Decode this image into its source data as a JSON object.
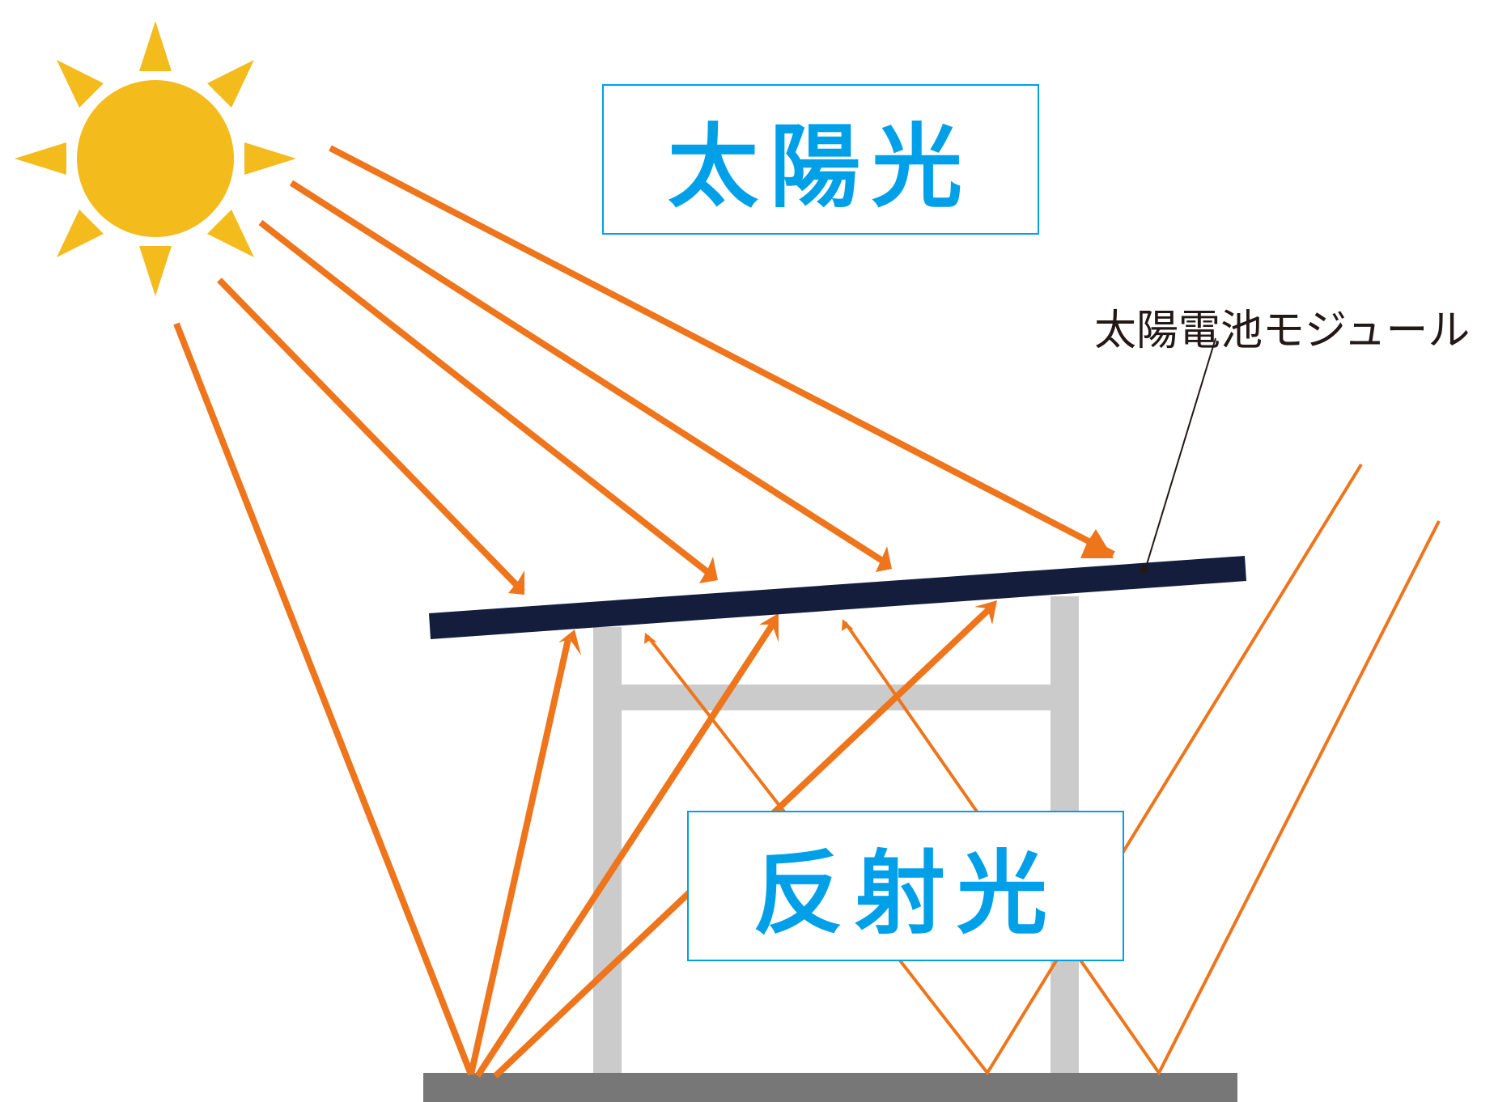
{
  "labels": {
    "sunlight": "太陽光",
    "reflected_light": "反射光",
    "solar_module": "太陽電池モジュール"
  },
  "colors": {
    "sun": "#f3bb1c",
    "ray": "#ee751c",
    "panel": "#141e3c",
    "frame": "#cacbca",
    "ground": "#777777",
    "label_blue": "#00a0e9",
    "leader_line": "#231815"
  },
  "icons": {
    "sun": "sun-icon"
  }
}
